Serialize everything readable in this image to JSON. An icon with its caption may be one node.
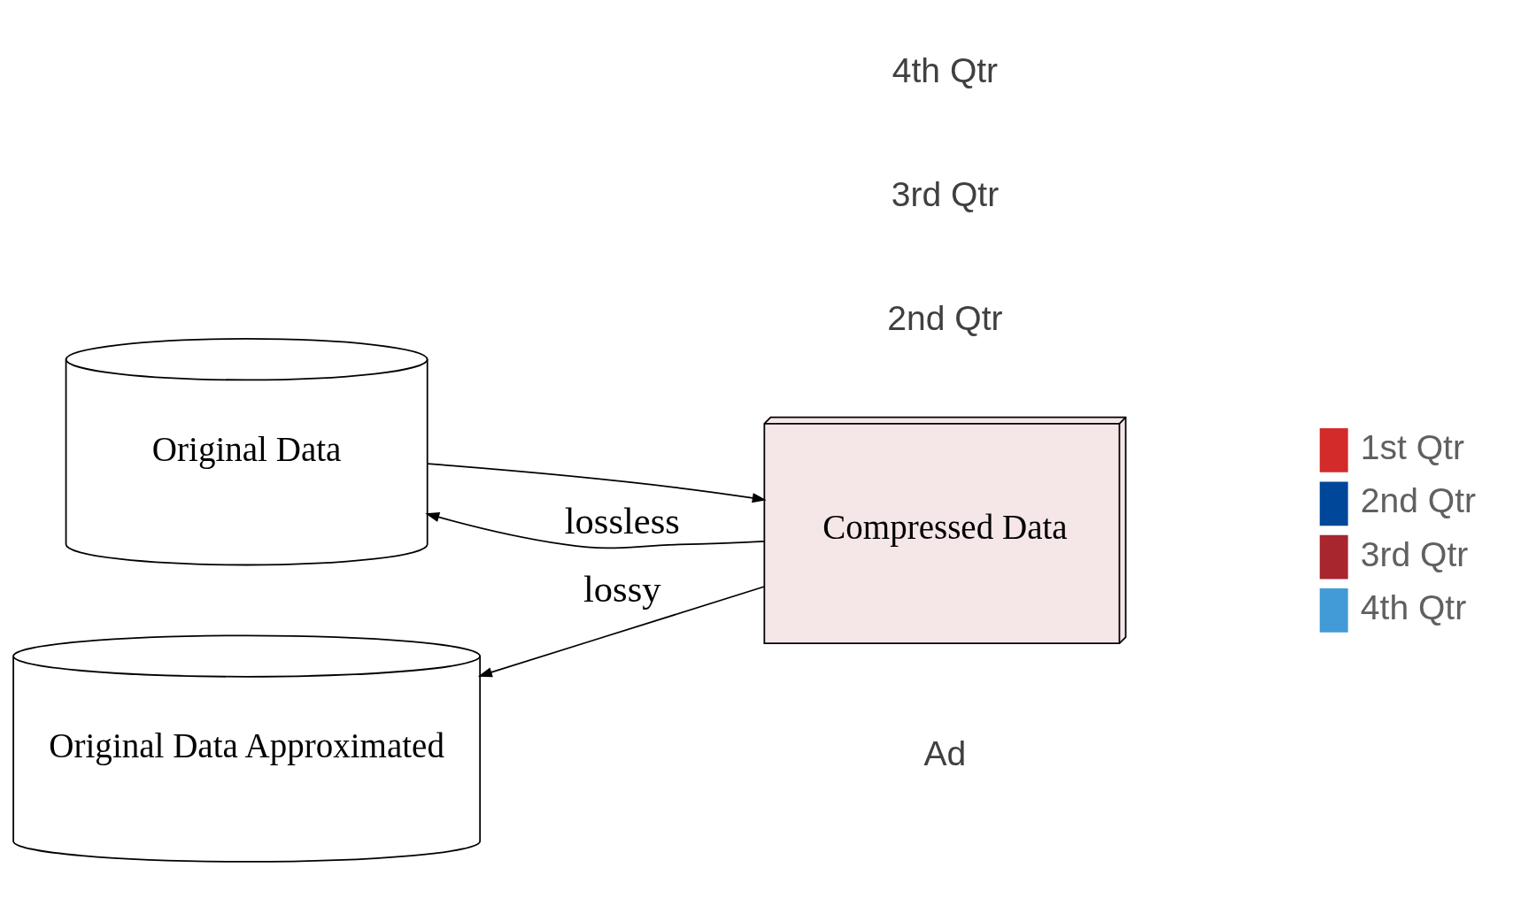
{
  "diagram": {
    "nodes": [
      {
        "text": [
          "Original Data"
        ]
      },
      {
        "text": [
          "Compressed Data"
        ]
      },
      {
        "text": [
          "Original Data Approximated"
        ]
      }
    ],
    "edges": [
      {
        "from": 0,
        "to": 1,
        "arrow": "to"
      },
      {
        "from": 1,
        "to": 0,
        "arrow": "to",
        "label": "lossless"
      },
      {
        "from": 1,
        "to": 2,
        "arrow": "to",
        "label": "lossy"
      }
    ],
    "labels": [
      "Ad",
      "2nd Qtr",
      "3rd Qtr",
      "4th Qtr"
    ],
    "legend": [
      {
        "text": "1st Qtr",
        "color": "#d32a2a"
      },
      {
        "text": "2nd Qtr",
        "color": "#00479a"
      },
      {
        "text": "3rd Qtr",
        "color": "#a8262e"
      },
      {
        "text": "4th Qtr",
        "color": "#429bd6"
      }
    ]
  }
}
